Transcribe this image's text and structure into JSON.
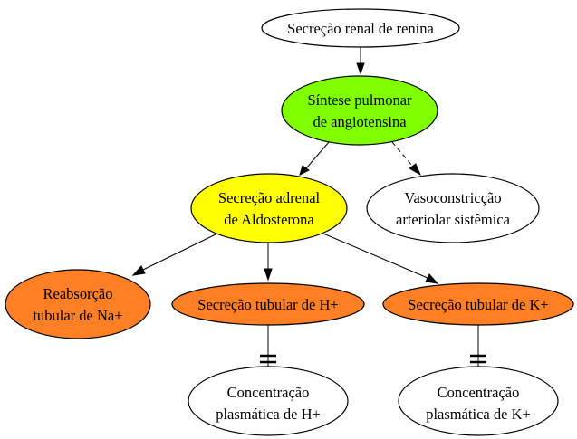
{
  "nodes": {
    "renina": {
      "lines": [
        "Secreção renal de renina"
      ],
      "fill": "#ffffff"
    },
    "angiotensina": {
      "lines": [
        "Síntese pulmonar",
        "de angiotensina"
      ],
      "fill": "#7fff00"
    },
    "aldosterona": {
      "lines": [
        "Secreção adrenal",
        "de Aldosterona"
      ],
      "fill": "#ffff00"
    },
    "vaso": {
      "lines": [
        "Vasoconstricção",
        "arteriolar sistêmica"
      ],
      "fill": "#ffffff"
    },
    "na": {
      "lines": [
        "Reabsorção",
        "tubular de Na+"
      ],
      "fill": "#ff7f24"
    },
    "h": {
      "lines": [
        "Secreção tubular de H+"
      ],
      "fill": "#ff7f24"
    },
    "k": {
      "lines": [
        "Secreção tubular de K+"
      ],
      "fill": "#ff7f24"
    },
    "conc_h": {
      "lines": [
        "Concentração",
        "plasmática de H+"
      ],
      "fill": "#ffffff"
    },
    "conc_k": {
      "lines": [
        "Concentração",
        "plasmática de K+"
      ],
      "fill": "#ffffff"
    }
  },
  "edges": [
    {
      "from": "renina",
      "to": "angiotensina",
      "type": "arrow",
      "style": "solid"
    },
    {
      "from": "angiotensina",
      "to": "aldosterona",
      "type": "arrow",
      "style": "solid"
    },
    {
      "from": "angiotensina",
      "to": "vaso",
      "type": "arrow",
      "style": "dashed"
    },
    {
      "from": "aldosterona",
      "to": "na",
      "type": "arrow",
      "style": "solid"
    },
    {
      "from": "aldosterona",
      "to": "h",
      "type": "arrow",
      "style": "solid"
    },
    {
      "from": "aldosterona",
      "to": "k",
      "type": "arrow",
      "style": "solid"
    },
    {
      "from": "h",
      "to": "conc_h",
      "type": "tee",
      "style": "solid"
    },
    {
      "from": "k",
      "to": "conc_k",
      "type": "tee",
      "style": "solid"
    }
  ]
}
